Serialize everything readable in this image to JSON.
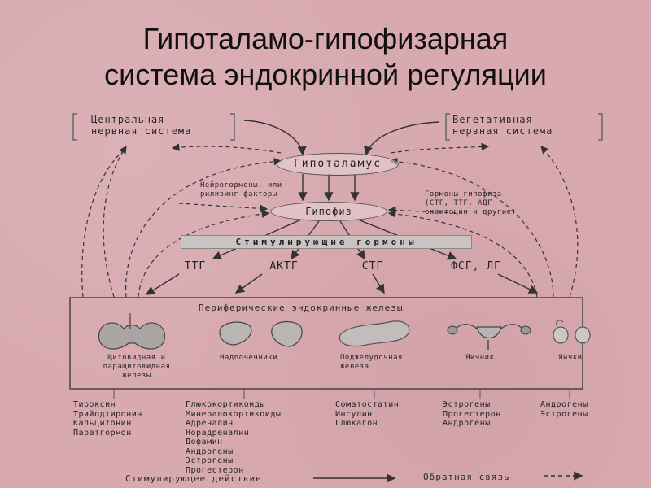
{
  "title": {
    "line1": "Гипоталамо-гипофизарная",
    "line2": "система эндокринной регуляции"
  },
  "cns": {
    "line1": "Центральная",
    "line2": "нервная система"
  },
  "ans": {
    "line1": "Вегетативная",
    "line2": "нервная система"
  },
  "hypothalamus": "Гипоталамус",
  "pituitary": "Гипофиз",
  "neurohormones": {
    "line1": "Нейрогормоны, или",
    "line2": "рилизинг факторы"
  },
  "pituitary_hormones": {
    "line1": "Гормоны гипофиза",
    "line2": "(СТГ, ТТГ, АДГ",
    "line3": "окситоцин и другие)"
  },
  "stimulating_band": "Стимулирующие гормоны",
  "hormones": {
    "ttg": "ТТГ",
    "aktg": "АКТГ",
    "stg": "СТГ",
    "fsg": "ФСГ, ЛГ"
  },
  "peripheral_title": "Периферические эндокринные железы",
  "glands": {
    "thyroid": {
      "line1": "Щитовидная и",
      "line2": "паращитовидная",
      "line3": "железы"
    },
    "adrenal": "Надпочечники",
    "pancreas": {
      "line1": "Поджелудочная",
      "line2": "железа"
    },
    "ovary": "Яичник",
    "testes": "Яички"
  },
  "lists": {
    "thyroid": [
      "Тироксин",
      "Трийодтиронин",
      "Кальцитонин",
      "Паратгормон"
    ],
    "adrenal": [
      "Глюкокортикоиды",
      "Минералокортикоиды",
      "Адреналин",
      "Норадреналин",
      "Дофамин",
      "Андрогены",
      "Эстрогены",
      "Прогестерон"
    ],
    "pancreas": [
      "Соматостатин",
      "Инсулин",
      "Глюкагон"
    ],
    "ovary": [
      "Эстрогены",
      "Прогестерон",
      "Андрогены"
    ],
    "testes": [
      "Андрогены",
      "Эстрогены"
    ]
  },
  "legend": {
    "stimulating": "Стимулирующее действие",
    "feedback": "Обратная связь"
  }
}
